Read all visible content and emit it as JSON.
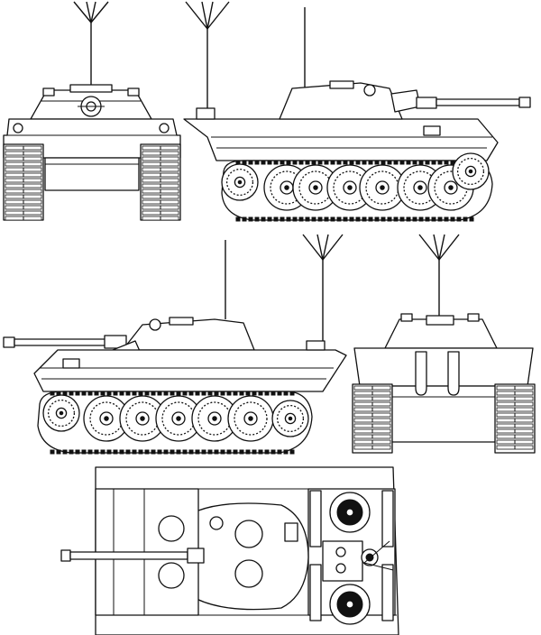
{
  "figure": {
    "views": [
      {
        "id": "front",
        "label": ""
      },
      {
        "id": "right-side",
        "label": ""
      },
      {
        "id": "left-side",
        "label": ""
      },
      {
        "id": "rear",
        "label": ""
      },
      {
        "id": "top",
        "label": ""
      }
    ]
  }
}
